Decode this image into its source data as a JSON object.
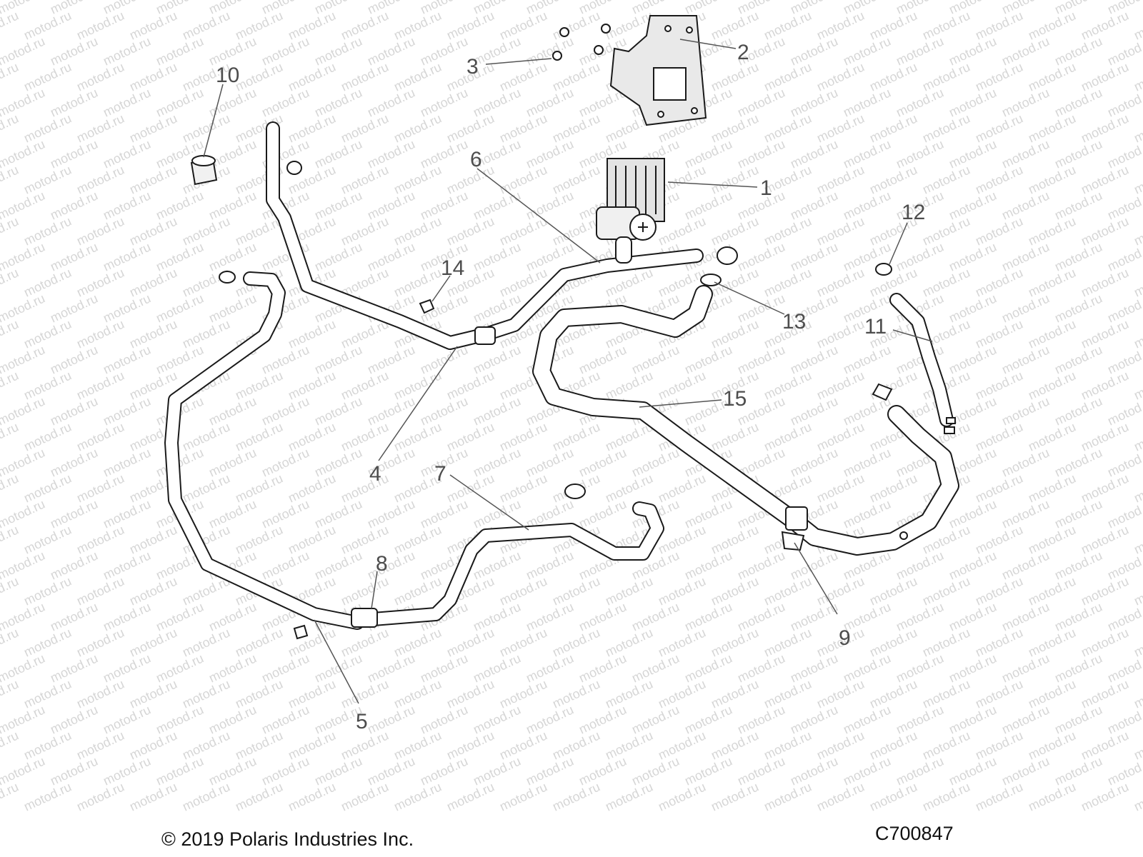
{
  "watermark": "motod.ru",
  "footer": {
    "copyright": "© 2019 Polaris Industries Inc.",
    "figure_id": "C700847"
  },
  "callouts": [
    "1",
    "2",
    "3",
    "4",
    "5",
    "6",
    "7",
    "8",
    "9",
    "10",
    "11",
    "12",
    "13",
    "14",
    "15"
  ],
  "colors": {
    "line": "#1a1a1a",
    "leader": "#555555",
    "watermark": "#d6d6d6"
  }
}
